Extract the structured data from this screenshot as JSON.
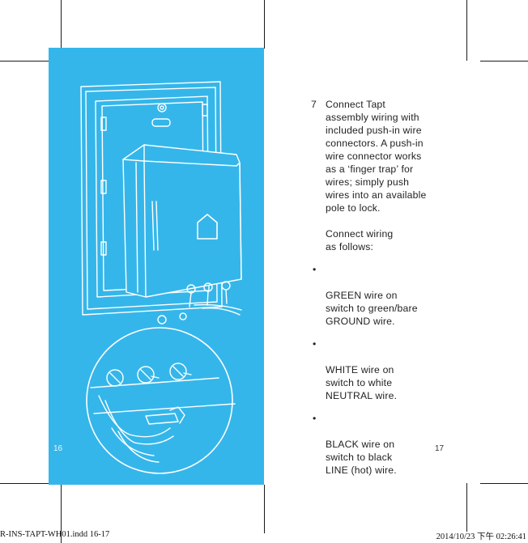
{
  "step": {
    "number": "7",
    "text": "Connect Tapt\nassembly wiring with\nincluded push-in wire\nconnectors. A push-in\nwire connector works\nas a ‘finger trap’ for\nwires; simply push\nwires into an available\npole to lock."
  },
  "intro": "Connect wiring\nas follows:",
  "bullets": [
    {
      "marker": "•",
      "text": "GREEN wire on\nswitch to green/bare\nGROUND wire."
    },
    {
      "marker": "•",
      "text": "WHITE wire on\nswitch to white\nNEUTRAL wire."
    },
    {
      "marker": "•",
      "text": "BLACK wire on\nswitch to black\nLINE (hot) wire."
    }
  ],
  "page_numbers": {
    "left": "16",
    "right": "17"
  },
  "footer": {
    "left": "R-INS-TAPT-WH01.indd   16-17",
    "right": "2014/10/23   下午 02:26:41"
  },
  "colors": {
    "panel": "#35b6ea",
    "line_art": "#ffffff",
    "text": "#222222"
  }
}
